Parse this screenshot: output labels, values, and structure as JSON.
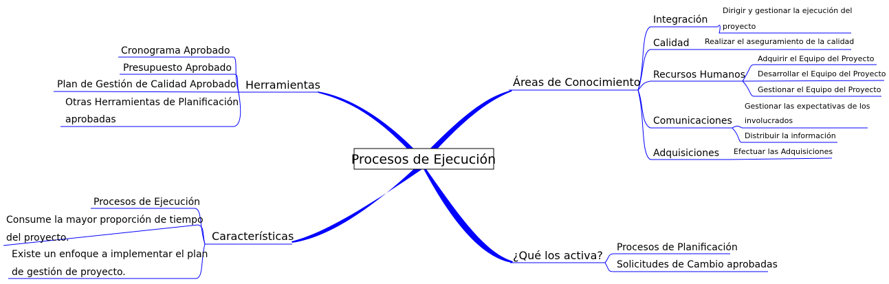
{
  "central_topic": "Procesos de Ejecución",
  "colors": {
    "branch": "#0000ff",
    "text": "#000000",
    "background": "#ffffff"
  },
  "branches": {
    "herramientas": {
      "label": "Herramientas",
      "items": [
        "Cronograma Aprobado",
        "Presupuesto Aprobado",
        "Plan de Gestión de Calidad Aprobado",
        [
          "Otras Herramientas de Planificación",
          "aprobadas"
        ]
      ]
    },
    "caracteristicas": {
      "label": "Características",
      "items": [
        "Procesos de Ejecución",
        [
          "Consume la mayor proporción de tiempo",
          "del proyecto."
        ],
        [
          "Existe un enfoque a implementar el plan",
          "de gestión de proyecto."
        ]
      ]
    },
    "areas": {
      "label": "Áreas de Conocimiento",
      "subtopics": [
        {
          "label": "Integración",
          "items": [
            [
              "Dirigir y gestionar la ejecución del",
              "proyecto"
            ]
          ]
        },
        {
          "label": "Calidad",
          "items": [
            "Realizar el aseguramiento de la calidad"
          ]
        },
        {
          "label": "Recursos Humanos",
          "items": [
            "Adquirir el Equipo del Proyecto",
            "Desarrollar el Equipo del Proyecto",
            "Gestionar el Equipo del Proyecto"
          ]
        },
        {
          "label": "Comunicaciones",
          "items": [
            [
              "Gestionar las expectativas de los",
              "involucrados"
            ],
            "Distribuir la información"
          ]
        },
        {
          "label": "Adquisiciones",
          "items": [
            "Efectuar las Adquisiciones"
          ]
        }
      ]
    },
    "activa": {
      "label": "¿Qué los activa?",
      "items": [
        "Procesos de Planificación",
        "Solicitudes de Cambio aprobadas"
      ]
    }
  }
}
